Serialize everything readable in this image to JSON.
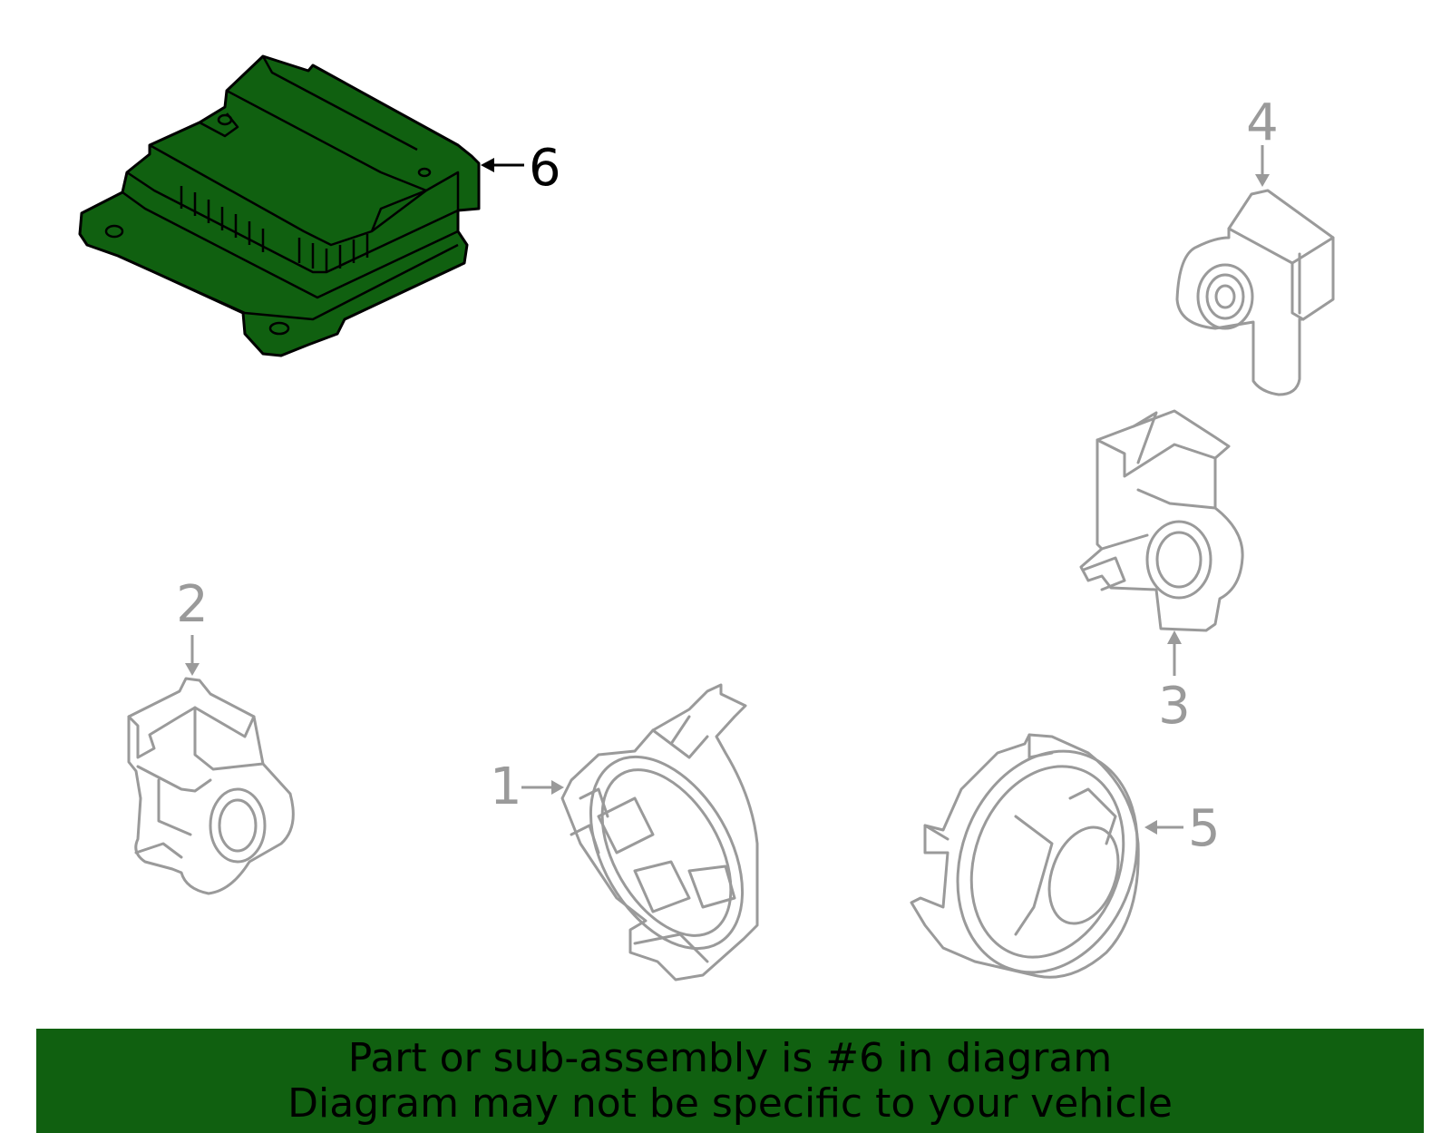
{
  "callouts": {
    "c1": "1",
    "c2": "2",
    "c3": "3",
    "c4": "4",
    "c5": "5",
    "c6": "6"
  },
  "colors": {
    "highlight_fill": "#106010",
    "part_stroke": "#9a9a9a",
    "banner_bg": "#106010",
    "highlight_callout": "#000000"
  },
  "highlighted_part": "6",
  "banner": {
    "line1": "Part or sub-assembly is #6 in diagram",
    "line2": "Diagram may not be specific to your vehicle"
  }
}
